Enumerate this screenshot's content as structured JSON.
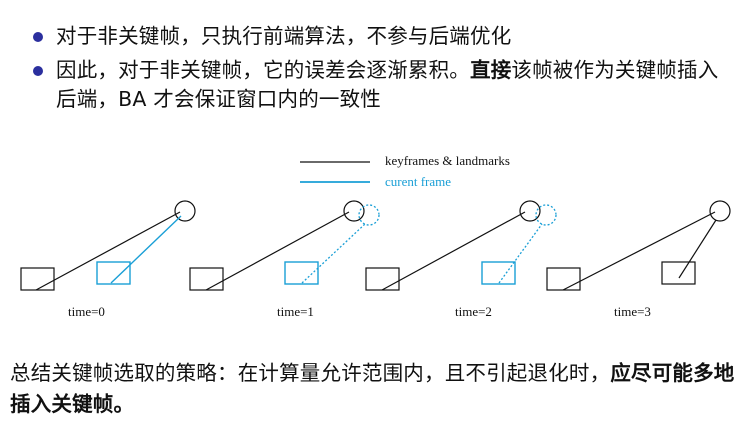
{
  "bullets": [
    {
      "text": "对于非关键帧，只执行前端算法，不参与后端优化"
    },
    {
      "text": "因此，对于非关键帧，它的误差会逐渐累积。",
      "bold": "直接",
      "rest": "该帧被作为关键帧插入后端，BA 才会保证窗口内的一致性"
    }
  ],
  "legend": {
    "keyframes_label": "keyframes & landmarks",
    "current_label": "curent frame"
  },
  "panels": [
    {
      "time_label": "time=0"
    },
    {
      "time_label": "time=1"
    },
    {
      "time_label": "time=2"
    },
    {
      "time_label": "time=3"
    }
  ],
  "summary": {
    "text": "总结关键帧选取的策略：在计算量允许范围内，且不引起退化时，",
    "strong": "应尽可能多地插入关键帧。"
  },
  "colors": {
    "bullet": "#2b2f9e",
    "keyframe": "#111111",
    "current_frame": "#1a9fd6"
  }
}
